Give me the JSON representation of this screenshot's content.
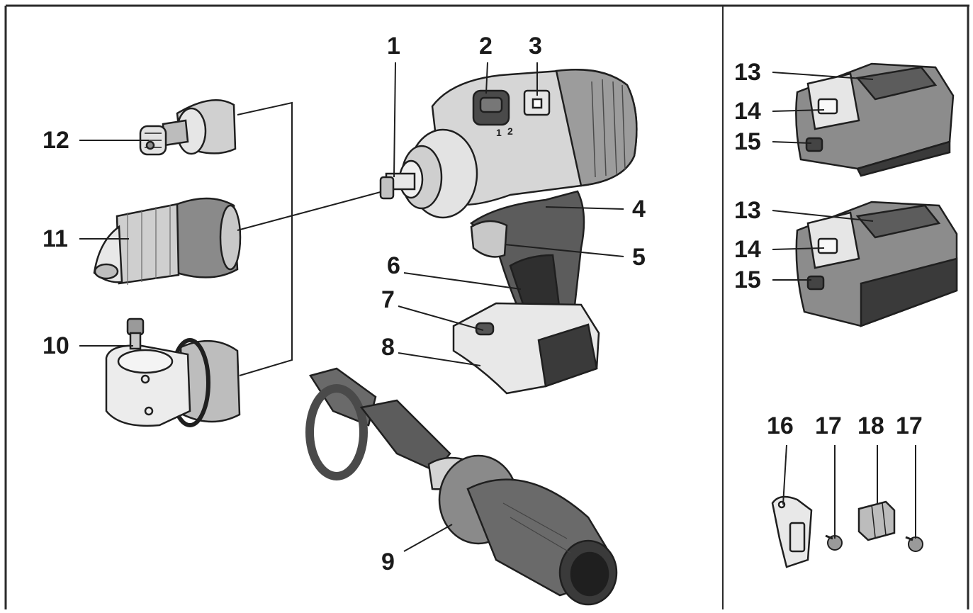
{
  "callouts": {
    "c1": "1",
    "c2": "2",
    "c3": "3",
    "c4": "4",
    "c5": "5",
    "c6": "6",
    "c7": "7",
    "c8": "8",
    "c9": "9",
    "c10": "10",
    "c11": "11",
    "c12": "12",
    "c13a": "13",
    "c14a": "14",
    "c15a": "15",
    "c13b": "13",
    "c14b": "14",
    "c15b": "15",
    "c16": "16",
    "c17a": "17",
    "c18": "18",
    "c17b": "17"
  },
  "gear_markings": {
    "gear_1": "1",
    "gear_2": "2"
  },
  "colors": {
    "line": "#1f1f1f",
    "body_light": "#d8d8d8",
    "body_mid": "#a6a6a6",
    "body_dark": "#5c5c5c",
    "accent_dark": "#3a3a3a",
    "frame": "#2a2a2a"
  },
  "icons": {
    "drill": "cordless-drill-driver-illustration",
    "battery": "battery-pack-illustration",
    "chuck": "keyless-chuck-illustration",
    "bit_holder": "bit-holder-illustration",
    "angle_attachment": "angle-attachment-illustration",
    "handle": "auxiliary-handle-illustration",
    "belt_clip": "belt-clip-illustration",
    "screw": "screw-illustration",
    "bit_clip": "bit-clip-illustration"
  }
}
